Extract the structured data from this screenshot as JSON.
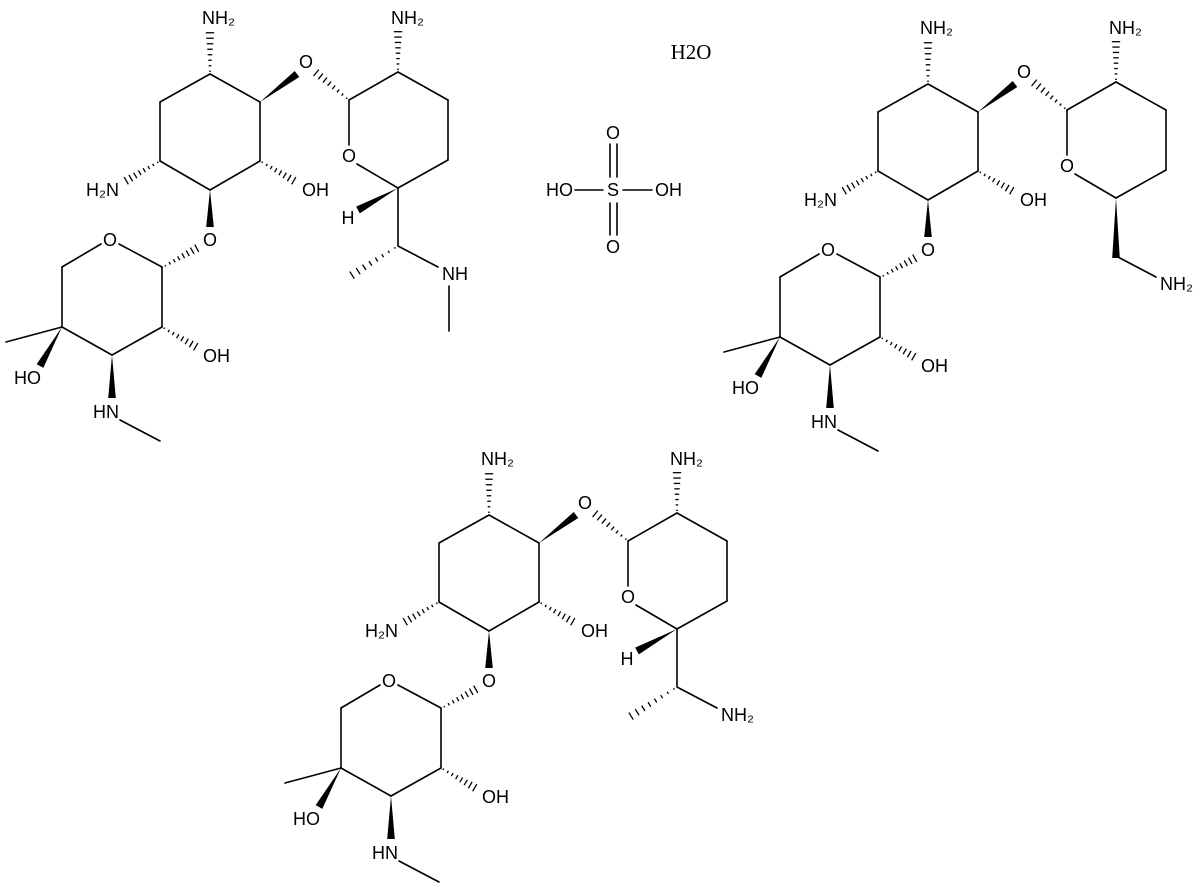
{
  "atom_labels": {
    "nh2": "NH₂",
    "h2n": "H₂N",
    "oh": "OH",
    "ho": "HO",
    "o": "O",
    "hn": "HN",
    "h": "H"
  },
  "molecules": [
    {
      "side_chain_amine": "NH",
      "stereo_h": "H",
      "n_methyl": true,
      "c_methyl": true
    },
    {
      "side_chain_amine": "NH₂",
      "stereo_h": null,
      "n_methyl": false,
      "c_methyl": false
    },
    {
      "side_chain_amine": "NH₂",
      "stereo_h": "H",
      "n_methyl": false,
      "c_methyl": true
    }
  ],
  "sulfate": {
    "s": "S",
    "o_top": "O",
    "o_bottom": "O",
    "ho": "HO",
    "oh": "OH"
  },
  "water": "H2O"
}
